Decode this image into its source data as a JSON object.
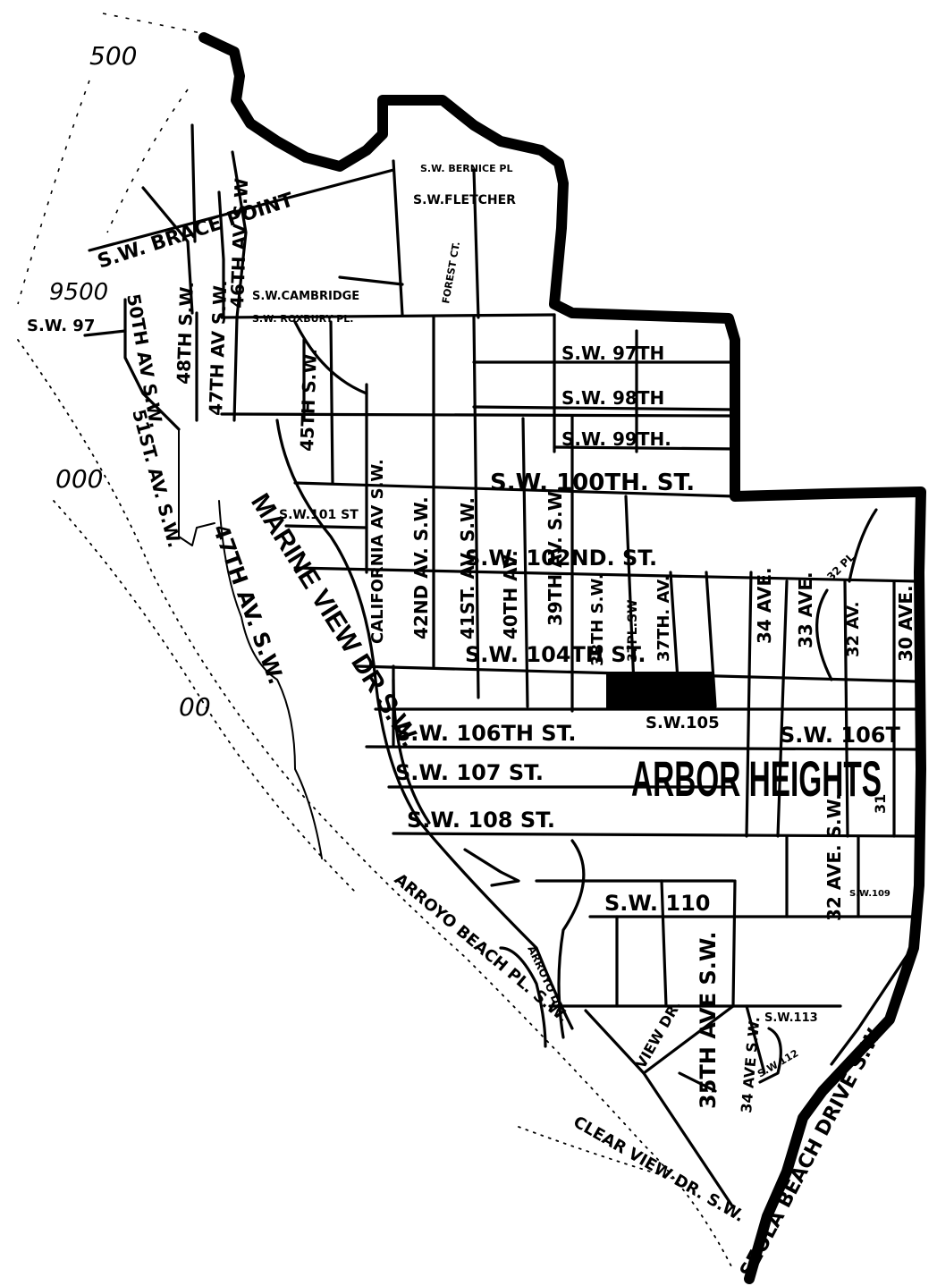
{
  "title": "ARBOR HEIGHTS",
  "street_labels": [
    {
      "id": "sw-97th",
      "text": "S.W. 97TH"
    },
    {
      "id": "sw-98th",
      "text": "S.W. 98TH"
    },
    {
      "id": "sw-99th",
      "text": "S.W. 99TH."
    },
    {
      "id": "sw-100th-st",
      "text": "S.W. 100TH. ST."
    },
    {
      "id": "sw-102nd-st",
      "text": "S.W. 102ND. ST."
    },
    {
      "id": "sw-104th-st",
      "text": "S.W. 104TH ST."
    },
    {
      "id": "sw-105",
      "text": "S.W.105"
    },
    {
      "id": "sw-106th-st",
      "text": "S.W. 106TH ST."
    },
    {
      "id": "sw-106t-east",
      "text": "S.W. 106T"
    },
    {
      "id": "sw-107-st",
      "text": "S.W. 107 ST."
    },
    {
      "id": "sw-108-st",
      "text": "S.W. 108 ST."
    },
    {
      "id": "sw-110",
      "text": "S.W. 110"
    },
    {
      "id": "sw-101-st",
      "text": "S.W.101 ST"
    },
    {
      "id": "sw-brace-point",
      "text": "S.W. BRACE POINT"
    },
    {
      "id": "sw-cambridge",
      "text": "S.W.CAMBRIDGE"
    },
    {
      "id": "sw-fletcher",
      "text": "S.W.FLETCHER"
    },
    {
      "id": "sw-bernice-pl",
      "text": "S.W. BERNICE PL"
    },
    {
      "id": "sw-roxbury-pl",
      "text": "S.W. ROXBURY PL."
    },
    {
      "id": "forest-ct",
      "text": "FOREST CT."
    },
    {
      "id": "california-av-sw",
      "text": "CALIFORNIA AV S.W."
    },
    {
      "id": "marine-view-dr-sw",
      "text": "MARINE VIEW DR S.W."
    },
    {
      "id": "47th-av-sw-lower",
      "text": "47TH AV. S.W."
    },
    {
      "id": "47th-av-sw-upper",
      "text": "47TH AV S.W."
    },
    {
      "id": "48th-sw",
      "text": "48TH S.W."
    },
    {
      "id": "46th-av-sw",
      "text": "46TH AV S.W"
    },
    {
      "id": "45th-sw",
      "text": "45TH S.W."
    },
    {
      "id": "50th-av-sw",
      "text": "50TH AV S.W."
    },
    {
      "id": "51st-av-sw",
      "text": "51ST. AV. S.W."
    },
    {
      "id": "sw-97",
      "text": "S.W. 97"
    },
    {
      "id": "42nd-av",
      "text": "42ND AV. S.W."
    },
    {
      "id": "41st-av",
      "text": "41ST. AV. S.W."
    },
    {
      "id": "40th-av",
      "text": "40TH AV."
    },
    {
      "id": "39th-av",
      "text": "39TH AV. S.W."
    },
    {
      "id": "38th-sw",
      "text": "38TH S.W."
    },
    {
      "id": "37pl-sw",
      "text": "37PL.SW"
    },
    {
      "id": "37th-av",
      "text": "37TH. AV."
    },
    {
      "id": "34-ave",
      "text": "34 AVE."
    },
    {
      "id": "33-ave",
      "text": "33 AVE."
    },
    {
      "id": "32-av",
      "text": "32 AV."
    },
    {
      "id": "32-pl",
      "text": "32 PL."
    },
    {
      "id": "31-av",
      "text": "31"
    },
    {
      "id": "30-ave",
      "text": "30 AVE."
    },
    {
      "id": "32-ave-sw",
      "text": "32 AVE. S.W."
    },
    {
      "id": "35th-ave-sw",
      "text": "35TH AVE S.W."
    },
    {
      "id": "arroyo-beach-pl-sw",
      "text": "ARROYO BEACH PL. S.W."
    },
    {
      "id": "arroyo-dr",
      "text": "ARROYO DR."
    },
    {
      "id": "seola-beach-drive",
      "text": "SEOLA BEACH DRIVE S.W."
    },
    {
      "id": "clear-view-dr-sw",
      "text": "CLEAR VIEW DR. S.W."
    },
    {
      "id": "view-dr",
      "text": "VIEW DR."
    },
    {
      "id": "34-ave-sw",
      "text": "34 AVE S.W."
    },
    {
      "id": "sw-113",
      "text": "S.W.113"
    },
    {
      "id": "sw-112",
      "text": "S.W.112"
    },
    {
      "id": "sw-109",
      "text": "S.W.109"
    }
  ],
  "edge_numbers": {
    "n500": "500",
    "n9500": "9500",
    "n000": "000",
    "n0c": "00"
  }
}
